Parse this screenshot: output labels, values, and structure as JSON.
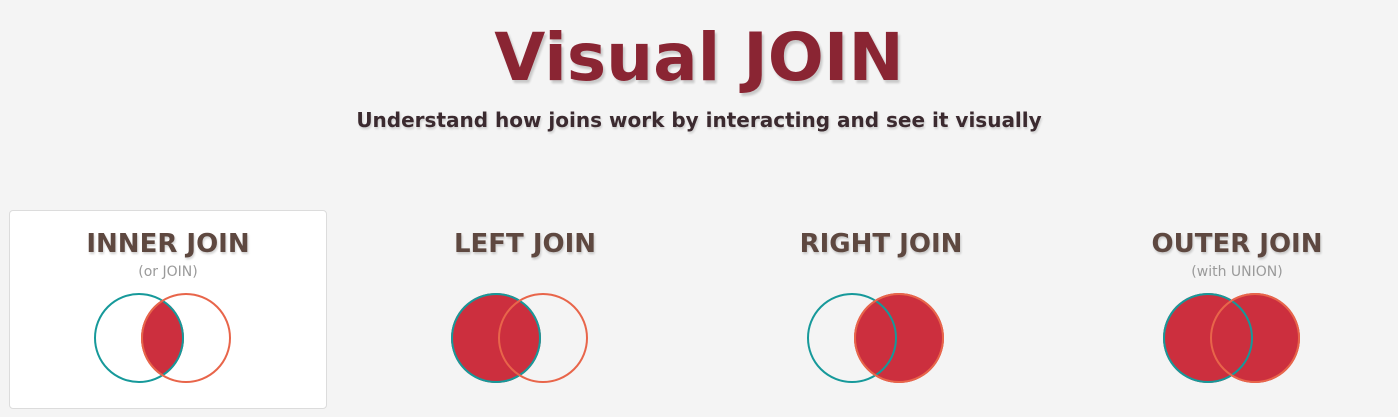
{
  "header": {
    "title": "Visual JOIN",
    "subtitle": "Understand how joins work by interacting and see it visually"
  },
  "joins": [
    {
      "id": "inner",
      "label": "INNER JOIN",
      "sub": "(or JOIN)",
      "selected": true
    },
    {
      "id": "left",
      "label": "LEFT JOIN",
      "sub": "",
      "selected": false
    },
    {
      "id": "right",
      "label": "RIGHT JOIN",
      "sub": "",
      "selected": false
    },
    {
      "id": "outer",
      "label": "OUTER JOIN",
      "sub": "(with UNION)",
      "selected": false
    }
  ],
  "colors": {
    "fill": "#cc2f3e",
    "left_circle_stroke": "#16999a",
    "right_circle_stroke": "#e8654a",
    "title": "#8a2533",
    "card_title": "#5e4840",
    "background": "#f4f4f4"
  },
  "icons": {
    "venn": "venn-diagram-icon"
  }
}
